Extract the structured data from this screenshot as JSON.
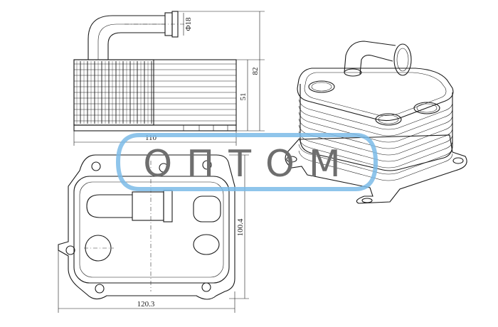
{
  "diagram": {
    "dimensions": {
      "pipe_diameter": "Φ18",
      "total_height": "82",
      "core_height": "51",
      "side_width": "110",
      "plate_height": "100.4",
      "plate_width": "120.3"
    },
    "watermark": {
      "text": "OПTOM",
      "color": "#7bbbe8"
    }
  }
}
